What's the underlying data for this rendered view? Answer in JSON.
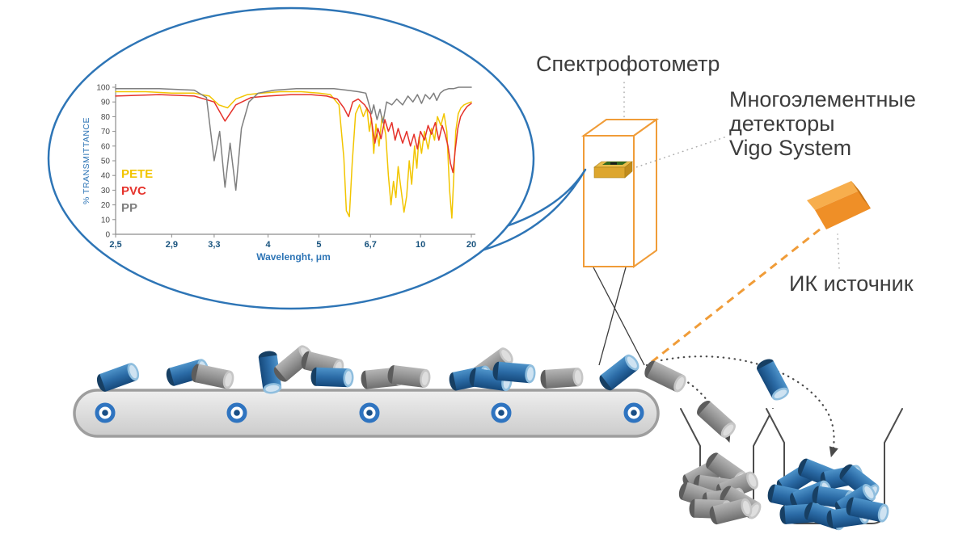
{
  "labels": {
    "spectrophotometer": "Спектрофотометр",
    "detectors": [
      "Многоэлементные",
      "детекторы",
      "Vigo System"
    ],
    "ir_source": "ИК источник"
  },
  "colors": {
    "bubble_stroke": "#2E75B6",
    "device_orange": "#F09C38",
    "belt_gray": "#D9D9D9",
    "roller_blue": "#2F74C0",
    "plastic_blue": "#2B6BA6",
    "plastic_gray": "#939393",
    "pete_yellow": "#F2C500",
    "pvc_red": "#E5322B",
    "pp_gray": "#7F7F7F"
  },
  "chart_data": {
    "type": "line",
    "title": "",
    "xlabel": "Wavelenght, μm",
    "ylabel": "% TRANSMITTANCE",
    "x_scale": "linear-in-wavenumber",
    "xlim": [
      2.5,
      20
    ],
    "ylim": [
      0,
      100
    ],
    "grid": false,
    "legend_position": "inside-left",
    "x_ticks": [
      {
        "value": 2.5,
        "label": "2,5"
      },
      {
        "value": 2.9,
        "label": "2,9"
      },
      {
        "value": 3.3,
        "label": "3,3"
      },
      {
        "value": 4,
        "label": "4"
      },
      {
        "value": 5,
        "label": "5"
      },
      {
        "value": 6.7,
        "label": "6,7"
      },
      {
        "value": 10,
        "label": "10"
      },
      {
        "value": 20,
        "label": "20"
      }
    ],
    "y_ticks": [
      0,
      10,
      20,
      30,
      40,
      50,
      60,
      70,
      80,
      90,
      100
    ],
    "series": [
      {
        "name": "PETE",
        "color": "#F2C500",
        "points": [
          [
            2.5,
            97
          ],
          [
            2.7,
            97
          ],
          [
            2.9,
            96
          ],
          [
            3.1,
            96
          ],
          [
            3.25,
            94
          ],
          [
            3.35,
            88
          ],
          [
            3.45,
            86
          ],
          [
            3.55,
            92
          ],
          [
            3.7,
            95
          ],
          [
            3.9,
            96
          ],
          [
            4.2,
            97
          ],
          [
            4.6,
            97
          ],
          [
            5.0,
            96
          ],
          [
            5.3,
            95
          ],
          [
            5.55,
            88
          ],
          [
            5.7,
            52
          ],
          [
            5.78,
            16
          ],
          [
            5.88,
            12
          ],
          [
            5.98,
            48
          ],
          [
            6.1,
            82
          ],
          [
            6.25,
            88
          ],
          [
            6.4,
            80
          ],
          [
            6.55,
            86
          ],
          [
            6.65,
            70
          ],
          [
            6.75,
            79
          ],
          [
            6.85,
            55
          ],
          [
            6.95,
            75
          ],
          [
            7.1,
            60
          ],
          [
            7.25,
            80
          ],
          [
            7.45,
            68
          ],
          [
            7.6,
            40
          ],
          [
            7.75,
            20
          ],
          [
            7.9,
            36
          ],
          [
            8.05,
            25
          ],
          [
            8.2,
            46
          ],
          [
            8.4,
            30
          ],
          [
            8.6,
            15
          ],
          [
            8.8,
            26
          ],
          [
            9.0,
            50
          ],
          [
            9.2,
            34
          ],
          [
            9.45,
            60
          ],
          [
            9.65,
            45
          ],
          [
            9.85,
            66
          ],
          [
            10.1,
            55
          ],
          [
            10.4,
            70
          ],
          [
            10.8,
            58
          ],
          [
            11.2,
            72
          ],
          [
            11.6,
            64
          ],
          [
            12.0,
            80
          ],
          [
            12.5,
            74
          ],
          [
            13.0,
            82
          ],
          [
            13.5,
            70
          ],
          [
            14.0,
            30
          ],
          [
            14.45,
            11
          ],
          [
            14.9,
            42
          ],
          [
            15.3,
            70
          ],
          [
            15.9,
            82
          ],
          [
            16.6,
            86
          ],
          [
            17.5,
            88
          ],
          [
            18.5,
            89
          ],
          [
            20,
            90
          ]
        ]
      },
      {
        "name": "PVC",
        "color": "#E5322B",
        "points": [
          [
            2.5,
            94
          ],
          [
            2.8,
            95
          ],
          [
            3.1,
            94
          ],
          [
            3.3,
            90
          ],
          [
            3.42,
            77
          ],
          [
            3.55,
            88
          ],
          [
            3.75,
            93
          ],
          [
            4.0,
            94
          ],
          [
            4.4,
            95
          ],
          [
            4.8,
            95
          ],
          [
            5.2,
            94
          ],
          [
            5.5,
            92
          ],
          [
            5.7,
            86
          ],
          [
            5.85,
            80
          ],
          [
            6.0,
            90
          ],
          [
            6.2,
            92
          ],
          [
            6.45,
            88
          ],
          [
            6.7,
            82
          ],
          [
            6.9,
            62
          ],
          [
            7.05,
            72
          ],
          [
            7.2,
            65
          ],
          [
            7.4,
            78
          ],
          [
            7.6,
            70
          ],
          [
            7.8,
            76
          ],
          [
            8.0,
            64
          ],
          [
            8.2,
            72
          ],
          [
            8.5,
            62
          ],
          [
            8.8,
            70
          ],
          [
            9.1,
            60
          ],
          [
            9.4,
            68
          ],
          [
            9.7,
            58
          ],
          [
            10.0,
            70
          ],
          [
            10.4,
            64
          ],
          [
            10.8,
            74
          ],
          [
            11.2,
            68
          ],
          [
            11.7,
            76
          ],
          [
            12.2,
            64
          ],
          [
            12.7,
            74
          ],
          [
            13.2,
            68
          ],
          [
            13.7,
            60
          ],
          [
            14.2,
            48
          ],
          [
            14.7,
            42
          ],
          [
            15.2,
            58
          ],
          [
            15.8,
            72
          ],
          [
            16.5,
            80
          ],
          [
            17.5,
            84
          ],
          [
            18.5,
            87
          ],
          [
            20,
            89
          ]
        ]
      },
      {
        "name": "PP",
        "color": "#7F7F7F",
        "points": [
          [
            2.5,
            99
          ],
          [
            2.8,
            99
          ],
          [
            3.1,
            98
          ],
          [
            3.22,
            93
          ],
          [
            3.3,
            50
          ],
          [
            3.36,
            70
          ],
          [
            3.42,
            32
          ],
          [
            3.48,
            62
          ],
          [
            3.55,
            30
          ],
          [
            3.62,
            72
          ],
          [
            3.72,
            90
          ],
          [
            3.85,
            96
          ],
          [
            4.1,
            98
          ],
          [
            4.5,
            99
          ],
          [
            5.0,
            99
          ],
          [
            5.4,
            99
          ],
          [
            5.8,
            98
          ],
          [
            6.2,
            97
          ],
          [
            6.5,
            96
          ],
          [
            6.75,
            82
          ],
          [
            6.85,
            88
          ],
          [
            7.0,
            78
          ],
          [
            7.15,
            85
          ],
          [
            7.3,
            76
          ],
          [
            7.5,
            90
          ],
          [
            7.8,
            88
          ],
          [
            8.1,
            92
          ],
          [
            8.5,
            88
          ],
          [
            8.9,
            94
          ],
          [
            9.3,
            90
          ],
          [
            9.7,
            95
          ],
          [
            10.1,
            89
          ],
          [
            10.5,
            95
          ],
          [
            11.0,
            92
          ],
          [
            11.5,
            96
          ],
          [
            11.9,
            91
          ],
          [
            12.4,
            96
          ],
          [
            13.0,
            98
          ],
          [
            13.8,
            99
          ],
          [
            14.8,
            99
          ],
          [
            16.0,
            100
          ],
          [
            18.0,
            100
          ],
          [
            20.0,
            100
          ]
        ]
      }
    ]
  }
}
